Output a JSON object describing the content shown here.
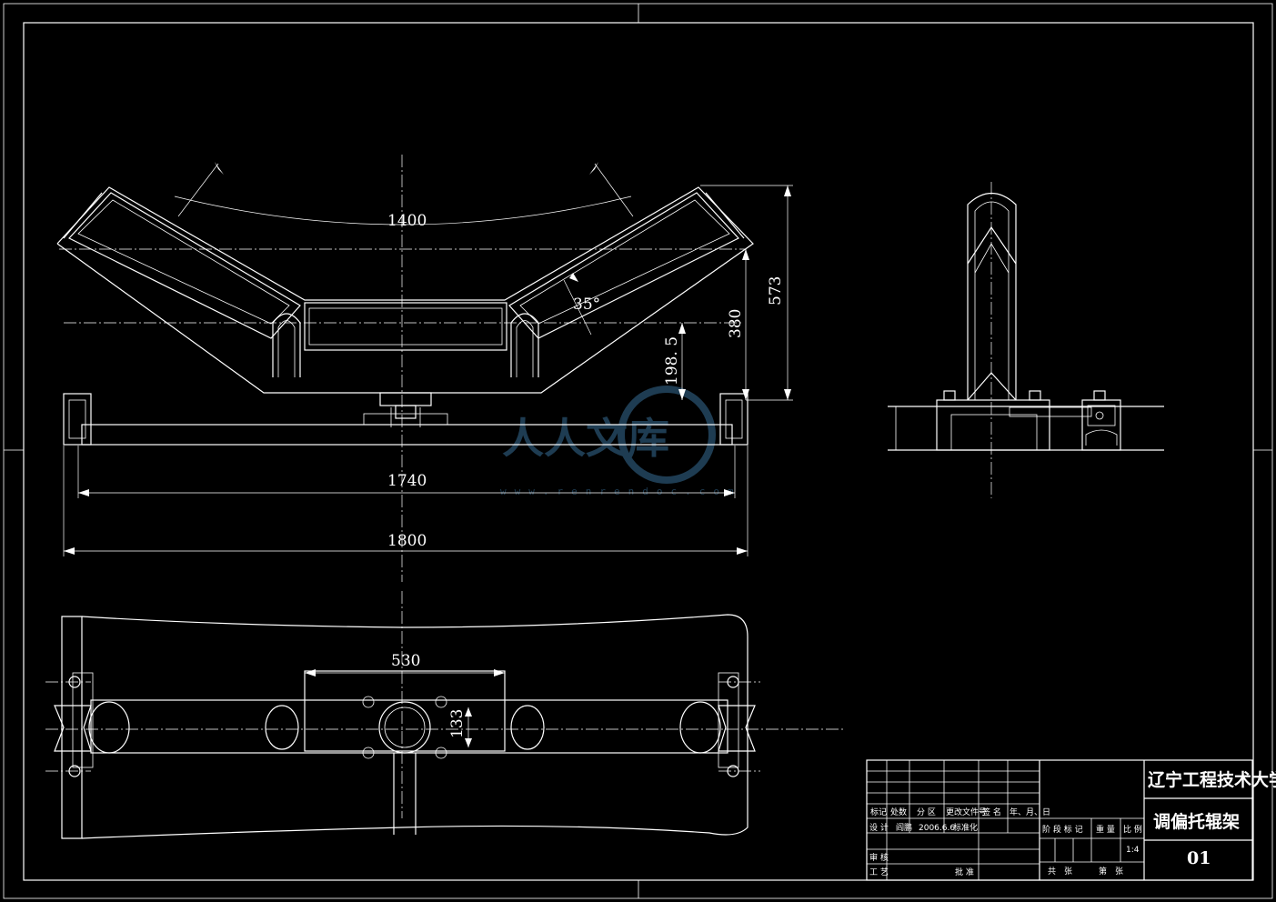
{
  "dimensions": {
    "arc_width": "1400",
    "trough_angle": "35°",
    "height_573": "573",
    "height_380": "380",
    "height_198": "198. 5",
    "width_1740": "1740",
    "width_1800": "1800",
    "spacing_530": "530",
    "size_133": "133"
  },
  "watermark": {
    "text": "人人文库",
    "url": "www.renrendoc.com"
  },
  "title_block": {
    "institution": "辽宁工程技术大学",
    "drawing_name": "调偏托辊架",
    "drawing_number": "01",
    "headers": {
      "mark": "标记",
      "count": "处数",
      "zone": "分 区",
      "change_doc": "更改文件号",
      "signature": "签 名",
      "date": "年、月、日"
    },
    "design_label": "设 计",
    "designer": "阎鹏",
    "design_date": "2006.6.6",
    "standardization": "标准化",
    "review": "审 核",
    "process": "工 艺",
    "approve": "批 准",
    "stage_mark": "阶 段 标 记",
    "weight": "重 量",
    "scale_label": "比 例",
    "scale_value": "1:4",
    "sheets_total": "共　张",
    "sheet_no": "第　张"
  }
}
